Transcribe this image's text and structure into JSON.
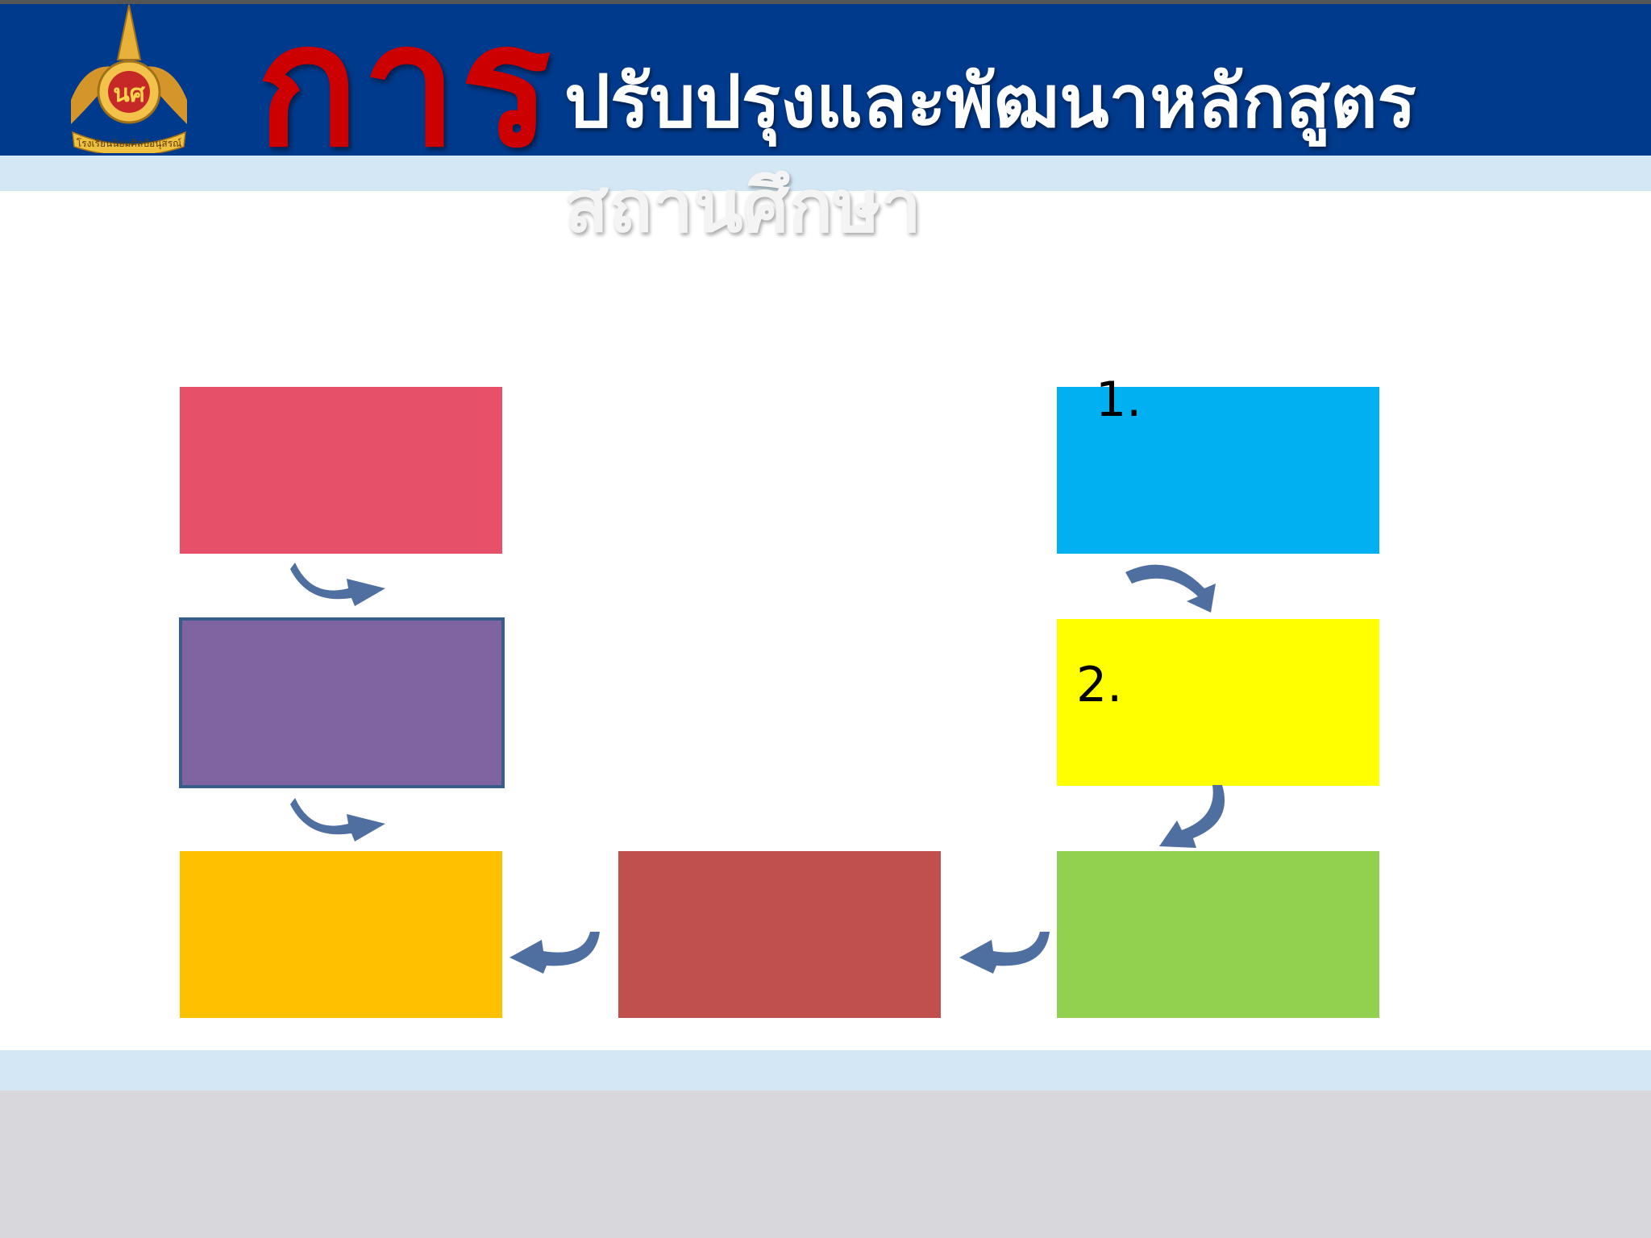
{
  "header": {
    "title_emphasis": "การ",
    "title_line1": "ปรับปรุงและพัฒนาหลักสูตร",
    "title_line2": "สถานศึกษา",
    "logo_icon": "school-emblem-icon",
    "logo_caption": "โรงเรียนนิยมศิลป์อนุสรณ์",
    "band_color": "#003a8c",
    "stripe_color": "#d3e7f4"
  },
  "diagram": {
    "boxes": [
      {
        "id": "step-1",
        "label": "1.",
        "color": "#00b0f0"
      },
      {
        "id": "step-2",
        "label": "2.",
        "color": "#ffff00"
      },
      {
        "id": "step-3",
        "label": "",
        "color": "#92d050"
      },
      {
        "id": "step-4",
        "label": "",
        "color": "#c0504d"
      },
      {
        "id": "step-5",
        "label": "",
        "color": "#ffc000"
      },
      {
        "id": "step-6",
        "label": "",
        "color": "#8064a2",
        "border": "#385d8a"
      },
      {
        "id": "step-7",
        "label": "",
        "color": "#e65068"
      }
    ],
    "arrow_color": "#4f6fa0",
    "flow_order": [
      "step-1",
      "step-2",
      "step-3",
      "step-4",
      "step-5",
      "step-6",
      "step-7"
    ]
  }
}
